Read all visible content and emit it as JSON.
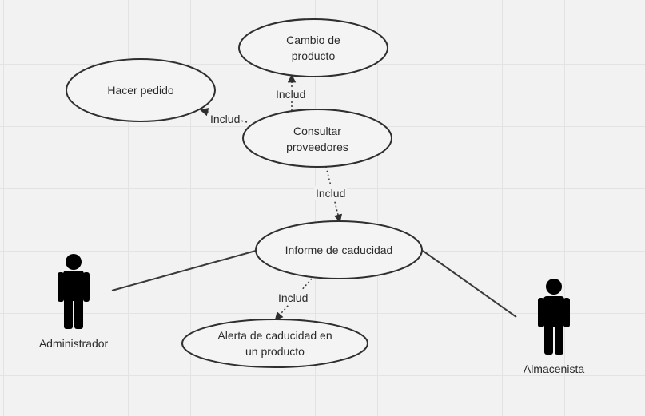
{
  "use_cases": {
    "cambio": "Cambio de\nproducto",
    "hacer_pedido": "Hacer pedido",
    "consultar": "Consultar\nproveedores",
    "informe": "Informe de caducidad",
    "alerta": "Alerta de caducidad en\nun producto"
  },
  "relations": {
    "r1": "Includ",
    "r2": "Includ",
    "r3": "Includ",
    "r4": "Includ"
  },
  "actors": {
    "administrador": "Administrador",
    "almacenista": "Almacenista"
  },
  "colors": {
    "background": "#f2f2f2",
    "stroke": "#2f2f2f",
    "ellipse_fill": "#f4f4f4",
    "actor": "#000000"
  }
}
